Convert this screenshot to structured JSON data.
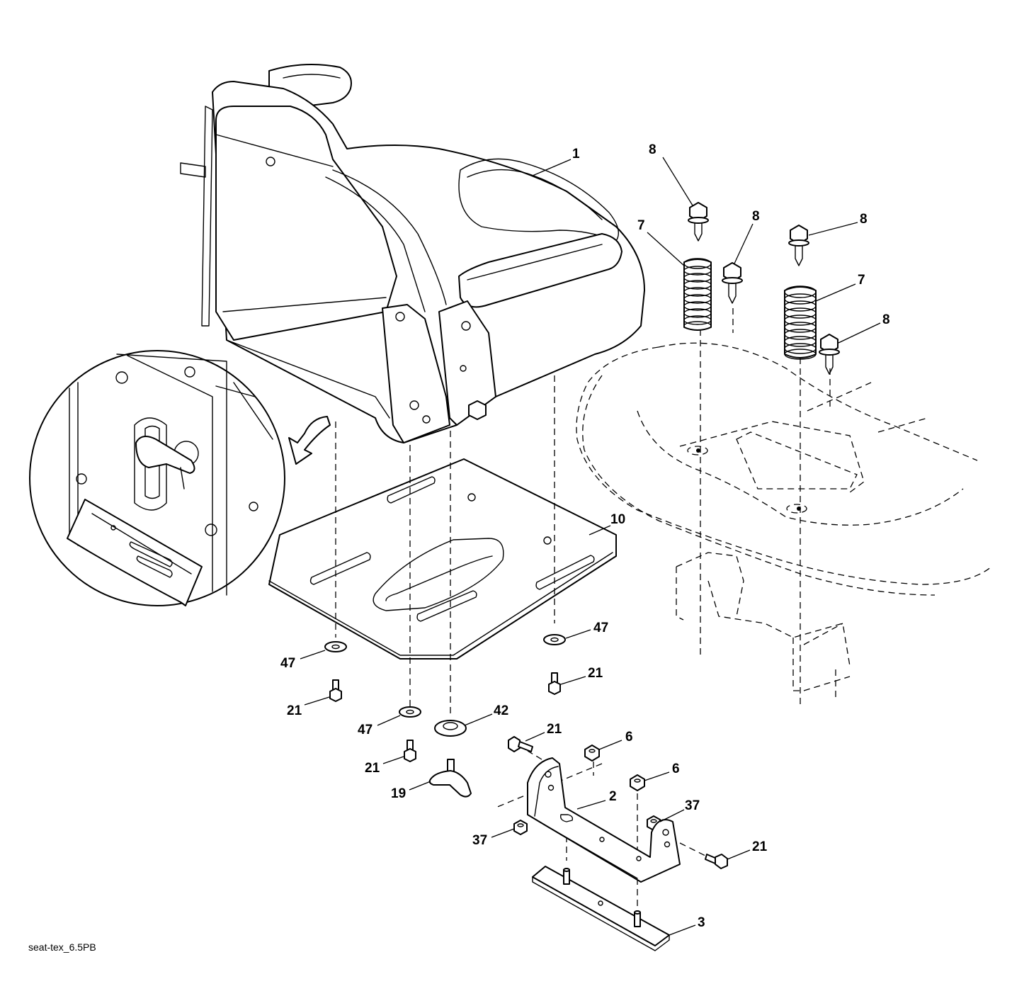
{
  "diagram_id": "seat-tex_6.5PB",
  "callouts": {
    "c1": "1",
    "c8a": "8",
    "c8b": "8",
    "c8c": "8",
    "c8d": "8",
    "c7a": "7",
    "c7b": "7",
    "c10": "10",
    "c47a": "47",
    "c47b": "47",
    "c47c": "47",
    "c21a": "21",
    "c21b": "21",
    "c21c": "21",
    "c21d": "21",
    "c21e": "21",
    "c42": "42",
    "c19": "19",
    "c6a": "6",
    "c6b": "6",
    "c2": "2",
    "c37a": "37",
    "c37b": "37",
    "c3": "3"
  },
  "parts": {
    "seat": "1",
    "seat_plate": "10",
    "spring": "7",
    "bolt": "8",
    "washer": "47",
    "screw": "21",
    "knob_washer": "42",
    "knob": "19",
    "nut": "6",
    "bracket": "2",
    "lock_nut": "37",
    "slide_plate": "3"
  }
}
